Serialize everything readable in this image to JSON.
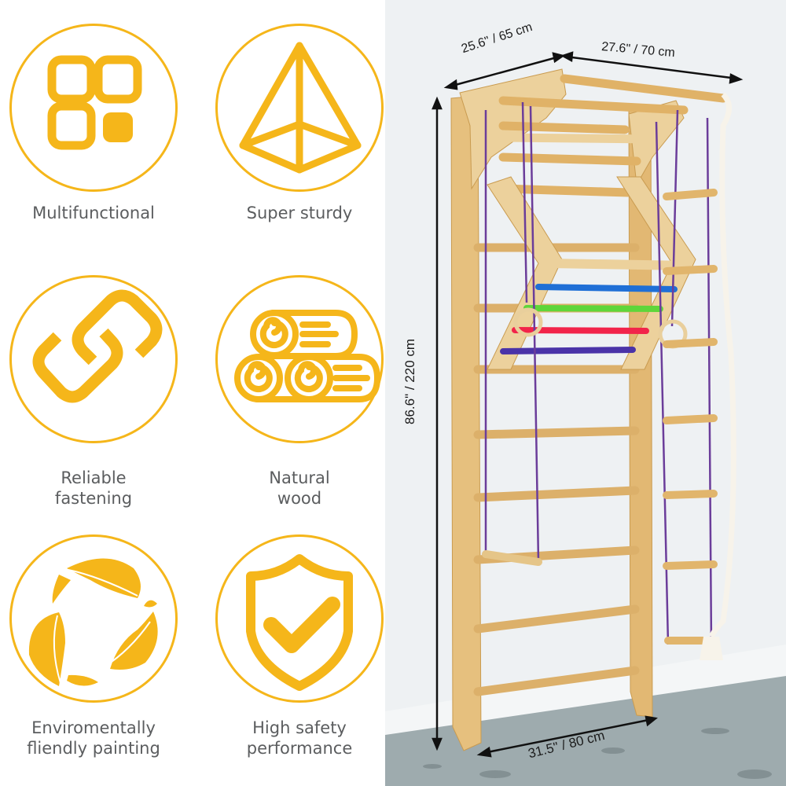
{
  "features": [
    {
      "icon": "grid-squares-icon",
      "label": "Multifunctional"
    },
    {
      "icon": "pyramid-icon",
      "label": "Super sturdy"
    },
    {
      "icon": "chain-link-icon",
      "label": "Reliable\nfastening"
    },
    {
      "icon": "wood-logs-icon",
      "label": "Natural\nwood"
    },
    {
      "icon": "leaf-recycle-icon",
      "label": "Enviromentally\nfliendly painting"
    },
    {
      "icon": "shield-check-icon",
      "label": "High safety\nperformance"
    }
  ],
  "product_photo": {
    "subject": "wooden wall bars climbing set with rings, trapeze, rope ladder and climbing rope",
    "dimensions": {
      "depth": "25.6\" / 65 cm",
      "width_top": "27.6\" / 70 cm",
      "height": "86.6\" / 220 cm",
      "base_width": "31.5\" / 80 cm"
    },
    "colored_bars": [
      "#1f6fd6",
      "#5ed63a",
      "#f2244a",
      "#4a33a8"
    ]
  },
  "colors": {
    "accent_yellow": "#f5b61a",
    "label_gray": "#5b5d5f",
    "wall": "#eef1f3",
    "floor": "#9aa8ab",
    "wood": "#e8c07a",
    "rope_purple": "#6b3d9a"
  }
}
